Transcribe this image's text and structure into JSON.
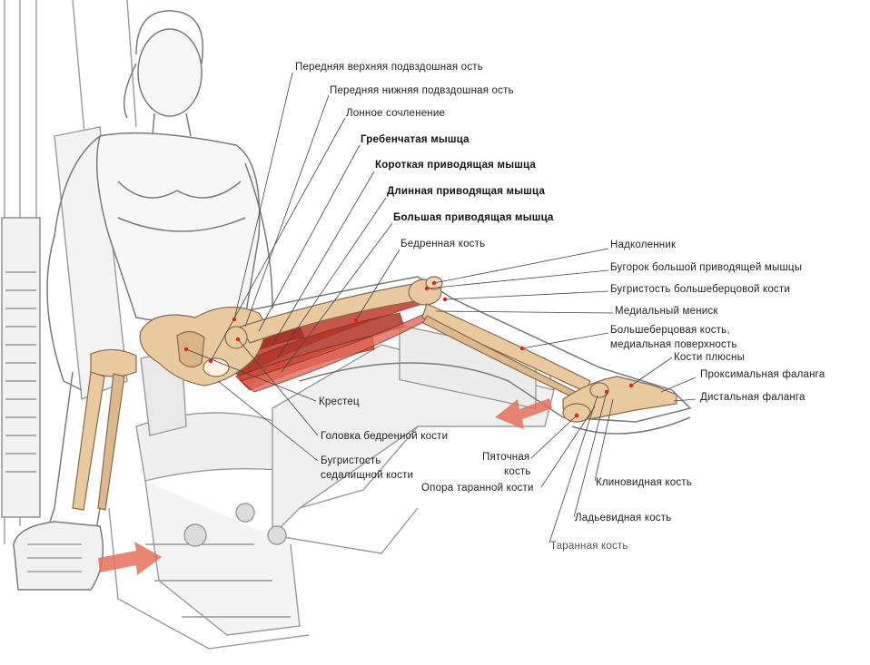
{
  "labels": {
    "asis": "Передняя верхняя подвздошная ость",
    "aiis": "Передняя нижняя подвздошная ость",
    "symphysis": "Лонное сочленение",
    "pectineus": "Гребенчатая мышца",
    "add_brevis": "Короткая приводящая мышца",
    "add_longus": "Длинная приводящая мышца",
    "add_magnus": "Большая приводящая мышца",
    "femur": "Бедренная кость",
    "patella": "Надколенник",
    "add_tubercle": "Бугорок большой приводящей мышцы",
    "tibial_tuberosity": "Бугристость большеберцовой кости",
    "medial_meniscus": "Медиальный мениск",
    "tibia_1": "Большеберцовая кость,",
    "tibia_2": "медиальная  поверхность",
    "metatarsals": "Кости плюсны",
    "prox_phalanx": "Проксимальная фаланга",
    "dist_phalanx": "Дистальная фаланга",
    "sacrum": "Крестец",
    "femoral_head": "Головка бедренной кости",
    "ischial_1": "Бугристость",
    "ischial_2": "седалищной кости",
    "calc_1": "Пяточная",
    "calc_2": "кость",
    "sustentaculum": "Опора таранной кости",
    "cuneiform": "Клиновидная  кость",
    "navicular": "Ладьевидная  кость",
    "talus": "Таранная кость"
  },
  "colors": {
    "bone": "#e8c9a0",
    "muscle": "#c0392b",
    "arrow": "#e8705a",
    "sketch": "#9a9a9a"
  }
}
